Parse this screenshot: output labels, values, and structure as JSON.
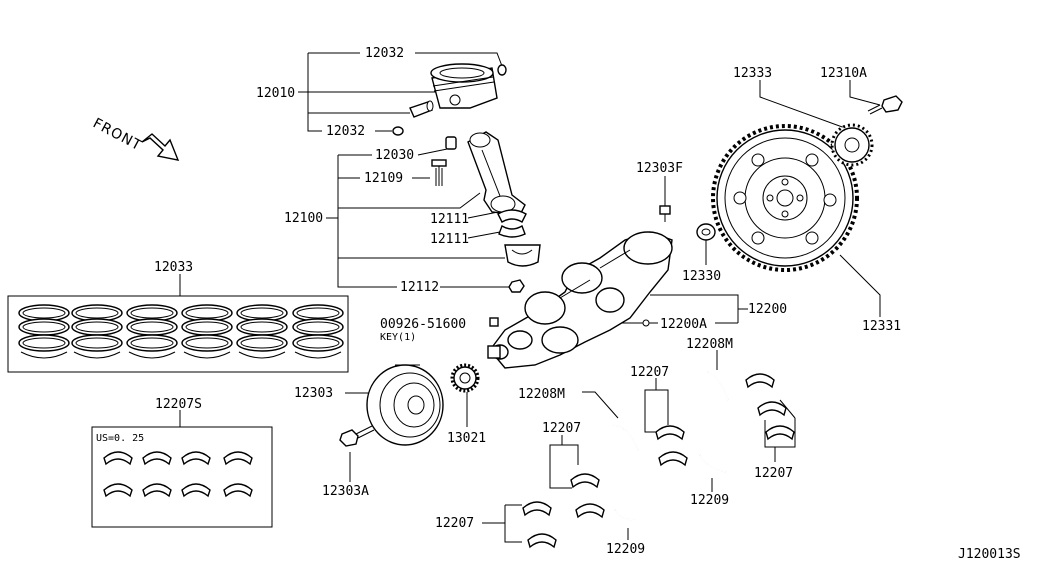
{
  "diagram_id": "J120013S",
  "front_label": "FRONT",
  "undersize_note": "US=0. 25",
  "callouts": {
    "p12032_top": "12032",
    "p12010": "12010",
    "p12032_low": "12032",
    "p12030": "12030",
    "p12109": "12109",
    "p12100": "12100",
    "p12111_a": "12111",
    "p12111_b": "12111",
    "p12112": "12112",
    "p12033": "12033",
    "p00926": "00926-51600",
    "key": "KEY(1)",
    "p12303F": "12303F",
    "p12330": "12330",
    "p12200": "12200",
    "p12200A": "12200A",
    "p12333": "12333",
    "p12310A": "12310A",
    "p12331": "12331",
    "p12303": "12303",
    "p13021": "13021",
    "p12303A": "12303A",
    "p12207S": "12207S",
    "p12208M_a": "12208M",
    "p12208M_b": "12208M",
    "p12207_a": "12207",
    "p12207_b": "12207",
    "p12207_c": "12207",
    "p12207_d": "12207",
    "p12209_a": "12209",
    "p12209_b": "12209"
  }
}
